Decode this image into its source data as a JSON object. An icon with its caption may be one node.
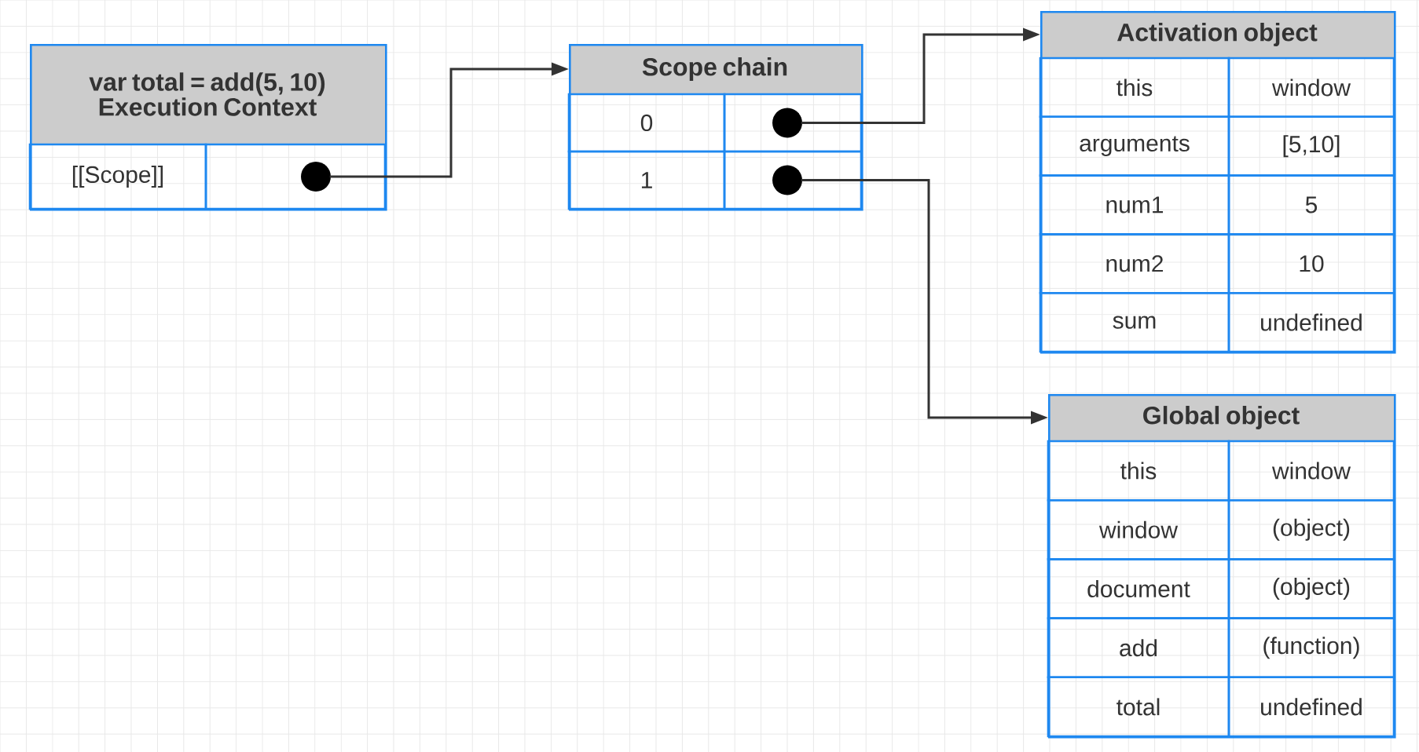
{
  "diagram": {
    "nodes": [
      {
        "text": [
          "var total = add(5, 10) Execution Context"
        ]
      },
      {
        "text": [
          "[[Scope]]"
        ],
        "in": 0
      },
      {
        "text": [],
        "shape": "box",
        "in": 0
      },
      {
        "text": [
          "Scope chain"
        ]
      },
      {
        "text": [
          "0"
        ],
        "in": 3
      },
      {
        "text": [],
        "shape": "box",
        "in": 3
      },
      {
        "text": [
          "1"
        ],
        "in": 3
      },
      {
        "text": [],
        "shape": "box",
        "in": 3
      },
      {
        "text": [
          "Activation object"
        ]
      },
      {
        "text": [
          "this"
        ],
        "in": 8
      },
      {
        "text": [
          "window"
        ],
        "in": 8
      },
      {
        "text": [
          "arguments"
        ],
        "in": 8
      },
      {
        "text": [
          "[5,10]"
        ],
        "in": 8
      },
      {
        "text": [
          "num1"
        ],
        "in": 8
      },
      {
        "text": [
          "5"
        ],
        "in": 8
      },
      {
        "text": [
          "num2"
        ],
        "in": 8
      },
      {
        "text": [
          "10"
        ],
        "in": 8
      },
      {
        "text": [
          "sum"
        ],
        "in": 8
      },
      {
        "text": [
          "undefined"
        ],
        "in": 8
      },
      {
        "text": [
          "Global object"
        ]
      },
      {
        "text": [
          "this"
        ],
        "in": 19
      },
      {
        "text": [
          "window"
        ],
        "in": 19
      },
      {
        "text": [
          "window"
        ],
        "in": 19
      },
      {
        "text": [
          "(object)"
        ],
        "in": 19
      },
      {
        "text": [
          "document"
        ],
        "in": 19
      },
      {
        "text": [
          "(object)"
        ],
        "in": 19
      },
      {
        "text": [
          "add"
        ],
        "in": 19
      },
      {
        "text": [
          "(function)"
        ],
        "in": 19
      },
      {
        "text": [
          "total"
        ],
        "in": 19
      },
      {
        "text": [
          "undefined"
        ],
        "in": 19
      }
    ],
    "edges": [
      {
        "from": 2,
        "to": 3,
        "arrow": "to"
      },
      {
        "from": 5,
        "to": 8,
        "arrow": "to"
      },
      {
        "from": 7,
        "to": 19,
        "arrow": "to"
      }
    ]
  }
}
